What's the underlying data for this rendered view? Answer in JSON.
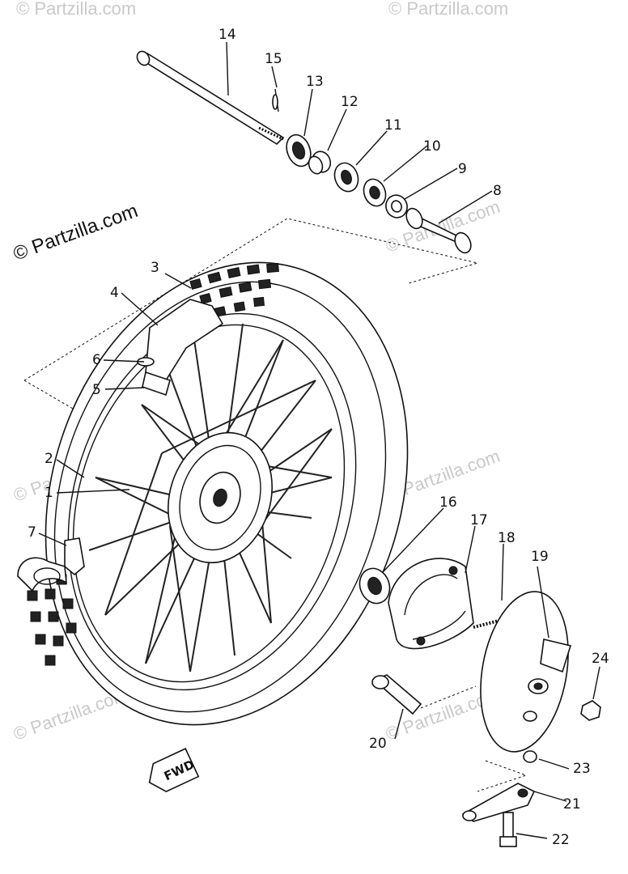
{
  "diagram": {
    "part_labels": [
      "1",
      "2",
      "3",
      "4",
      "5",
      "6",
      "7",
      "8",
      "9",
      "10",
      "11",
      "12",
      "13",
      "14",
      "15",
      "16",
      "17",
      "18",
      "19",
      "20",
      "21",
      "22",
      "23",
      "24"
    ],
    "fwd_marker": "FWD"
  },
  "watermarks": {
    "main": "© Partzilla.com",
    "faint": "© Partzilla.com"
  }
}
